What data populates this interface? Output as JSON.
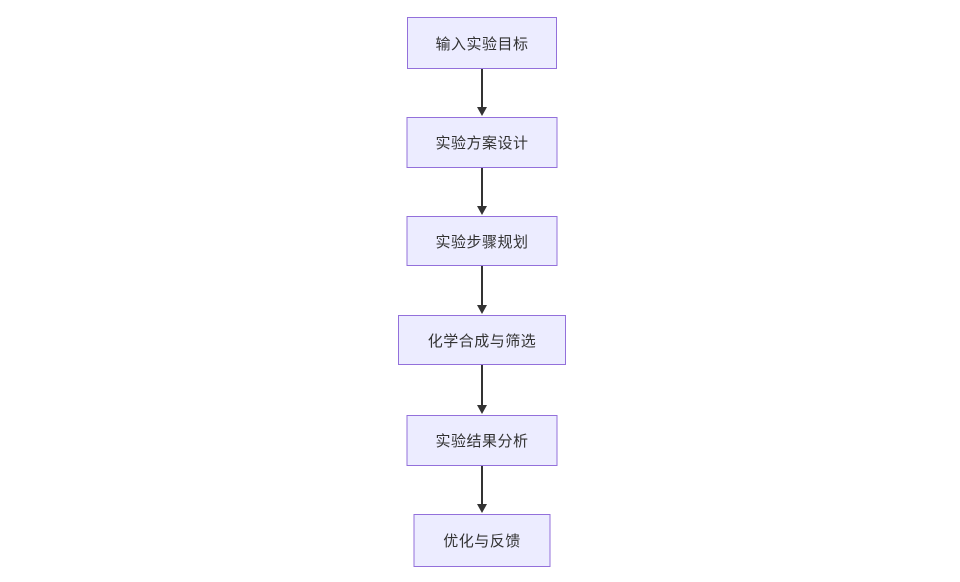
{
  "flowchart": {
    "type": "vertical-flow",
    "nodes": [
      {
        "id": 1,
        "label": "输入实验目标"
      },
      {
        "id": 2,
        "label": "实验方案设计"
      },
      {
        "id": 3,
        "label": "实验步骤规划"
      },
      {
        "id": 4,
        "label": "化学合成与筛选"
      },
      {
        "id": 5,
        "label": "实验结果分析"
      },
      {
        "id": 6,
        "label": "优化与反馈"
      }
    ],
    "edges": [
      {
        "from": 1,
        "to": 2
      },
      {
        "from": 2,
        "to": 3
      },
      {
        "from": 3,
        "to": 4
      },
      {
        "from": 4,
        "to": 5
      },
      {
        "from": 5,
        "to": 6
      }
    ],
    "colors": {
      "node_fill": "#ECECFF",
      "node_border": "#9370DB",
      "text": "#333333",
      "arrow": "#333333",
      "background": "#FFFFFF"
    }
  }
}
